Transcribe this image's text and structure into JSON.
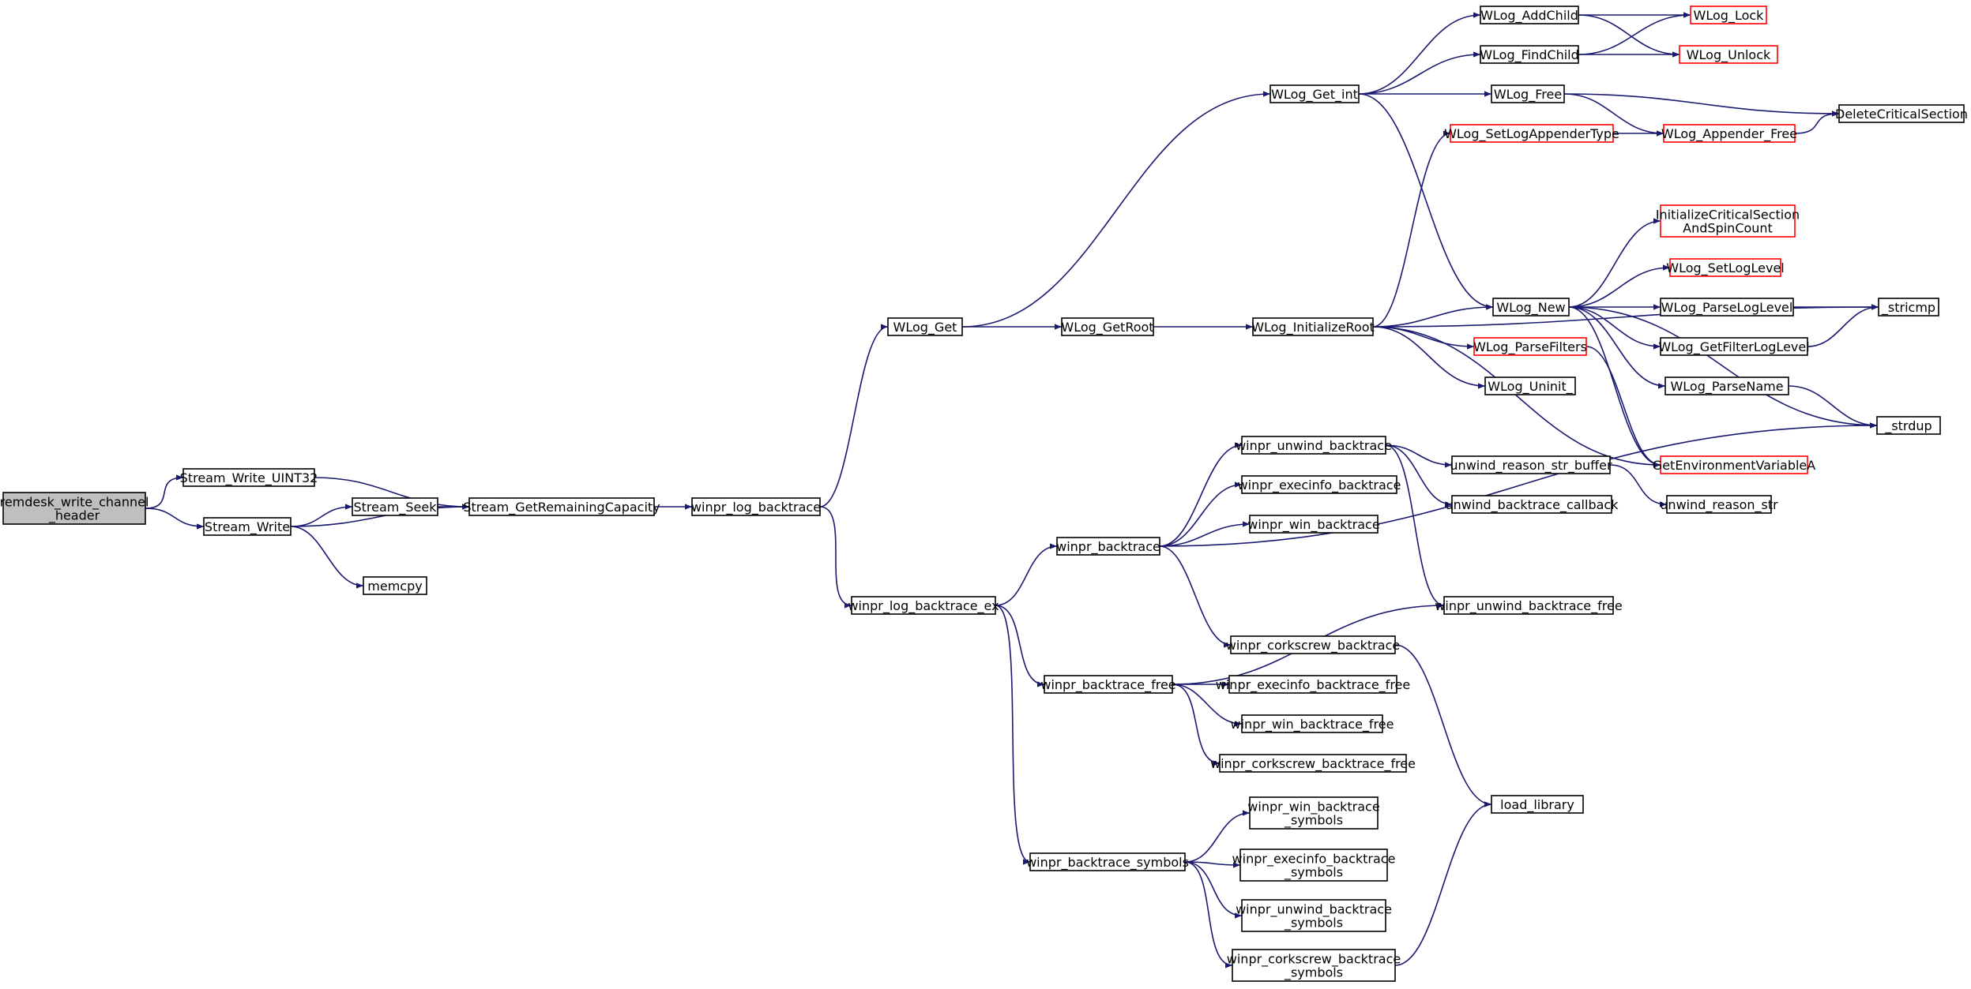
{
  "colors": {
    "edge": "#191970",
    "truncated_border": "#ff0000",
    "root_fill": "#bfbfbf"
  },
  "nodes": [
    {
      "id": "root",
      "lines": [
        "remdesk_write_channel",
        "_header"
      ],
      "kind": "root"
    },
    {
      "id": "swu32",
      "lines": [
        "Stream_Write_UINT32"
      ]
    },
    {
      "id": "sw",
      "lines": [
        "Stream_Write"
      ]
    },
    {
      "id": "sseek",
      "lines": [
        "Stream_Seek"
      ]
    },
    {
      "id": "memcpy",
      "lines": [
        "memcpy"
      ]
    },
    {
      "id": "sgrc",
      "lines": [
        "Stream_GetRemainingCapacity"
      ]
    },
    {
      "id": "wlb",
      "lines": [
        "winpr_log_backtrace"
      ]
    },
    {
      "id": "wlbex",
      "lines": [
        "winpr_log_backtrace_ex"
      ]
    },
    {
      "id": "wlogget",
      "lines": [
        "WLog_Get"
      ]
    },
    {
      "id": "wloggetroot",
      "lines": [
        "WLog_GetRoot"
      ]
    },
    {
      "id": "wloggetint",
      "lines": [
        "WLog_Get_int"
      ]
    },
    {
      "id": "wloginitroot",
      "lines": [
        "WLog_InitializeRoot"
      ]
    },
    {
      "id": "addchild",
      "lines": [
        "WLog_AddChild"
      ]
    },
    {
      "id": "findchild",
      "lines": [
        "WLog_FindChild"
      ]
    },
    {
      "id": "wlogfree",
      "lines": [
        "WLog_Free"
      ]
    },
    {
      "id": "lock",
      "lines": [
        "WLog_Lock"
      ],
      "kind": "truncated"
    },
    {
      "id": "unlock",
      "lines": [
        "WLog_Unlock"
      ],
      "kind": "truncated"
    },
    {
      "id": "setappender",
      "lines": [
        "WLog_SetLogAppenderType"
      ],
      "kind": "truncated"
    },
    {
      "id": "appfree",
      "lines": [
        "WLog_Appender_Free"
      ],
      "kind": "truncated"
    },
    {
      "id": "delcrit",
      "lines": [
        "DeleteCriticalSection"
      ]
    },
    {
      "id": "initcrit",
      "lines": [
        "InitializeCriticalSection",
        "AndSpinCount"
      ],
      "kind": "truncated"
    },
    {
      "id": "setlevel",
      "lines": [
        "WLog_SetLogLevel"
      ],
      "kind": "truncated"
    },
    {
      "id": "wlognew",
      "lines": [
        "WLog_New"
      ]
    },
    {
      "id": "parselevel",
      "lines": [
        "WLog_ParseLogLevel"
      ]
    },
    {
      "id": "stricmp",
      "lines": [
        "_stricmp"
      ]
    },
    {
      "id": "getfilter",
      "lines": [
        "WLog_GetFilterLogLevel"
      ]
    },
    {
      "id": "parsefilters",
      "lines": [
        "WLog_ParseFilters"
      ],
      "kind": "truncated"
    },
    {
      "id": "parsename",
      "lines": [
        "WLog_ParseName"
      ]
    },
    {
      "id": "uninit",
      "lines": [
        "WLog_Uninit_"
      ]
    },
    {
      "id": "strdup",
      "lines": [
        "_strdup"
      ]
    },
    {
      "id": "getenv",
      "lines": [
        "GetEnvironmentVariableA"
      ],
      "kind": "truncated"
    },
    {
      "id": "unwind",
      "lines": [
        "winpr_unwind_backtrace"
      ]
    },
    {
      "id": "execinfo",
      "lines": [
        "winpr_execinfo_backtrace"
      ]
    },
    {
      "id": "winbt",
      "lines": [
        "winpr_win_backtrace"
      ]
    },
    {
      "id": "wbt",
      "lines": [
        "winpr_backtrace"
      ]
    },
    {
      "id": "reasonbuf",
      "lines": [
        "unwind_reason_str_buffer"
      ]
    },
    {
      "id": "btcallback",
      "lines": [
        "unwind_backtrace_callback"
      ]
    },
    {
      "id": "reasonstr",
      "lines": [
        "unwind_reason_str"
      ]
    },
    {
      "id": "unwindfree",
      "lines": [
        "winpr_unwind_backtrace_free"
      ]
    },
    {
      "id": "corkscrew",
      "lines": [
        "winpr_corkscrew_backtrace"
      ]
    },
    {
      "id": "btfree",
      "lines": [
        "winpr_backtrace_free"
      ]
    },
    {
      "id": "execfree",
      "lines": [
        "winpr_execinfo_backtrace_free"
      ]
    },
    {
      "id": "winfree",
      "lines": [
        "winpr_win_backtrace_free"
      ]
    },
    {
      "id": "corkfree",
      "lines": [
        "winpr_corkscrew_backtrace_free"
      ]
    },
    {
      "id": "loadlib",
      "lines": [
        "load_library"
      ]
    },
    {
      "id": "btsymbols",
      "lines": [
        "winpr_backtrace_symbols"
      ]
    },
    {
      "id": "winsym",
      "lines": [
        "winpr_win_backtrace",
        "_symbols"
      ]
    },
    {
      "id": "execsym",
      "lines": [
        "winpr_execinfo_backtrace",
        "_symbols"
      ]
    },
    {
      "id": "unwindsym",
      "lines": [
        "winpr_unwind_backtrace",
        "_symbols"
      ]
    },
    {
      "id": "corksym",
      "lines": [
        "winpr_corkscrew_backtrace",
        "_symbols"
      ]
    }
  ],
  "edges": [
    [
      "root",
      "swu32"
    ],
    [
      "root",
      "sw"
    ],
    [
      "swu32",
      "sgrc"
    ],
    [
      "sw",
      "sseek"
    ],
    [
      "sw",
      "sgrc"
    ],
    [
      "sw",
      "memcpy"
    ],
    [
      "sseek",
      "sgrc"
    ],
    [
      "sgrc",
      "wlb"
    ],
    [
      "wlb",
      "wlogget"
    ],
    [
      "wlb",
      "wlbex"
    ],
    [
      "wlogget",
      "wloggetint"
    ],
    [
      "wlogget",
      "wloggetroot"
    ],
    [
      "wloggetroot",
      "wloginitroot"
    ],
    [
      "wloggetint",
      "addchild"
    ],
    [
      "wloggetint",
      "findchild"
    ],
    [
      "wloggetint",
      "wlogfree"
    ],
    [
      "wloggetint",
      "wlognew"
    ],
    [
      "addchild",
      "lock"
    ],
    [
      "addchild",
      "unlock"
    ],
    [
      "findchild",
      "lock"
    ],
    [
      "findchild",
      "unlock"
    ],
    [
      "wlogfree",
      "delcrit"
    ],
    [
      "wlogfree",
      "appfree"
    ],
    [
      "setappender",
      "appfree"
    ],
    [
      "appfree",
      "delcrit"
    ],
    [
      "wloginitroot",
      "setappender"
    ],
    [
      "wloginitroot",
      "stricmp"
    ],
    [
      "wloginitroot",
      "wlognew"
    ],
    [
      "wloginitroot",
      "parsefilters"
    ],
    [
      "wloginitroot",
      "uninit"
    ],
    [
      "wloginitroot",
      "getenv"
    ],
    [
      "wlognew",
      "initcrit"
    ],
    [
      "wlognew",
      "setlevel"
    ],
    [
      "wlognew",
      "parselevel"
    ],
    [
      "wlognew",
      "getfilter"
    ],
    [
      "wlognew",
      "parsename"
    ],
    [
      "wlognew",
      "strdup"
    ],
    [
      "wlognew",
      "getenv"
    ],
    [
      "parselevel",
      "stricmp"
    ],
    [
      "getfilter",
      "stricmp"
    ],
    [
      "parsefilters",
      "getenv"
    ],
    [
      "parsename",
      "strdup"
    ],
    [
      "wlbex",
      "wbt"
    ],
    [
      "wlbex",
      "btfree"
    ],
    [
      "wlbex",
      "btsymbols"
    ],
    [
      "wbt",
      "unwind"
    ],
    [
      "wbt",
      "execinfo"
    ],
    [
      "wbt",
      "winbt"
    ],
    [
      "wbt",
      "corkscrew"
    ],
    [
      "wbt",
      "strdup"
    ],
    [
      "unwind",
      "reasonbuf"
    ],
    [
      "unwind",
      "btcallback"
    ],
    [
      "unwind",
      "unwindfree"
    ],
    [
      "reasonbuf",
      "reasonstr"
    ],
    [
      "corkscrew",
      "loadlib"
    ],
    [
      "btfree",
      "unwindfree"
    ],
    [
      "btfree",
      "execfree"
    ],
    [
      "btfree",
      "winfree"
    ],
    [
      "btfree",
      "corkfree"
    ],
    [
      "btsymbols",
      "winsym"
    ],
    [
      "btsymbols",
      "execsym"
    ],
    [
      "btsymbols",
      "unwindsym"
    ],
    [
      "btsymbols",
      "corksym"
    ],
    [
      "corksym",
      "loadlib"
    ]
  ]
}
